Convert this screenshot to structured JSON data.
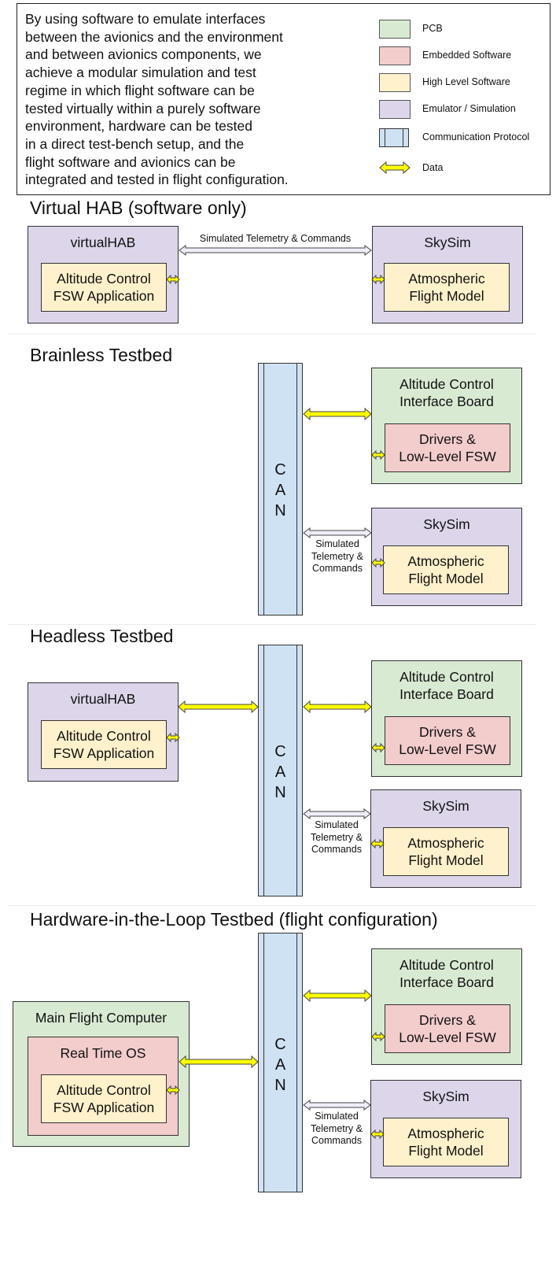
{
  "intro": {
    "text": "By using software to emulate interfaces\nbetween the avionics and the environment\nand between avionics components, we\nachieve a modular simulation and test\nregime in which flight software can be\ntested virtually within a purely software\nenvironment, hardware can be tested\nin a direct test-bench setup, and the\nflight software and avionics can be\nintegrated and tested in flight configuration."
  },
  "legend": {
    "pcb": "PCB",
    "embedded": "Embedded Software",
    "high_level": "High Level Software",
    "emulator": "Emulator / Simulation",
    "protocol": "Communication Protocol",
    "data": "Data"
  },
  "colors": {
    "pcb": "#d9ead3",
    "embedded": "#f3cccc",
    "high_level": "#fff1cc",
    "emulator": "#ddd6ea",
    "protocol": "#cfe2f3",
    "data_arrow": "#ffff00",
    "sim_arrow": "#eeeef8"
  },
  "sections": {
    "virtual": {
      "title": "Virtual HAB (software only)",
      "left_box": "virtualHAB",
      "left_inner": "Altitude Control\nFSW Application",
      "link_label": "Simulated Telemetry & Commands",
      "right_box": "SkySim",
      "right_inner": "Atmospheric\nFlight Model"
    },
    "brainless": {
      "title": "Brainless Testbed",
      "can": "C\nA\nN",
      "board": "Altitude Control\nInterface Board",
      "board_inner": "Drivers &\nLow-Level FSW",
      "sim_label": "Simulated\nTelemetry &\nCommands",
      "sim_box": "SkySim",
      "sim_inner": "Atmospheric\nFlight Model"
    },
    "headless": {
      "title": "Headless Testbed",
      "left_box": "virtualHAB",
      "left_inner": "Altitude Control\nFSW Application",
      "can": "C\nA\nN",
      "board": "Altitude Control\nInterface Board",
      "board_inner": "Drivers &\nLow-Level FSW",
      "sim_label": "Simulated\nTelemetry &\nCommands",
      "sim_box": "SkySim",
      "sim_inner": "Atmospheric\nFlight Model"
    },
    "hil": {
      "title": "Hardware-in-the-Loop Testbed (flight configuration)",
      "computer": "Main Flight Computer",
      "os": "Real Time OS",
      "app": "Altitude Control\nFSW Application",
      "can": "C\nA\nN",
      "board": "Altitude Control\nInterface Board",
      "board_inner": "Drivers &\nLow-Level FSW",
      "sim_label": "Simulated\nTelemetry &\nCommands",
      "sim_box": "SkySim",
      "sim_inner": "Atmospheric\nFlight Model"
    }
  }
}
